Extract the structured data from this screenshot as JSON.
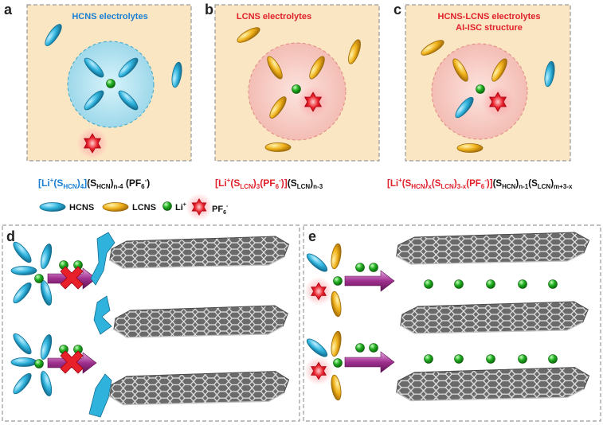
{
  "panels": {
    "a": {
      "letter": "a",
      "title": "HCNS electrolytes"
    },
    "b": {
      "letter": "b",
      "title": "LCNS electrolytes"
    },
    "c": {
      "letter": "c",
      "title_line1": "HCNS-LCNS electrolytes",
      "title_line2": "AI-ISC structure"
    },
    "d": {
      "letter": "d"
    },
    "e": {
      "letter": "e"
    }
  },
  "formulas": {
    "a": {
      "p1": "[Li",
      "p2": "+",
      "p3": "(S",
      "p4": "HCN",
      "p5": ")",
      "p6": "4",
      "p7": "]",
      "p8": "(S",
      "p9": "HCN",
      "p10": ")",
      "p11": "n-4",
      "p12": " (PF",
      "p13": "6",
      "p14": "-",
      "p15": ")"
    },
    "b": {
      "p1": "[Li",
      "p2": "+",
      "p3": "(S",
      "p4": "LCN",
      "p5": ")",
      "p6": "3",
      "p7": "(PF",
      "p8": "6",
      "p9": "-",
      "p10": ")]",
      "p11": "(S",
      "p12": "LCN",
      "p13": ")",
      "p14": "n-3"
    },
    "c": {
      "p1": "[Li",
      "p2": "+",
      "p3": "(S",
      "p4": "HCN",
      "p5": ")",
      "p6": "x",
      "p7": "(S",
      "p8": "LCN",
      "p9": ")",
      "p10": "3-x",
      "p11": "(PF",
      "p12": "6",
      "p13": "-",
      "p14": ")]",
      "p15": "(S",
      "p16": "HCN",
      "p17": ")",
      "p18": "n-1",
      "p19": "(S",
      "p20": "LCN",
      "p21": ")",
      "p22": "m+3-x"
    }
  },
  "legend": {
    "hcns": "HCNS",
    "lcns": "LCNS",
    "li": "Li",
    "li_sup": "+",
    "pf": "PF",
    "pf_sub": "6",
    "pf_sup": "-"
  },
  "colors": {
    "panel_bg": "#fbe6c4",
    "hcns": "#2fb3dd",
    "lcns": "#f0b21a",
    "li": "#22b022",
    "pf6": "#e8202a",
    "title_blue": "#1a7fd4",
    "title_red": "#e0202a",
    "sphere_blue": "#aee0ee",
    "sphere_pink": "#f5c3bb",
    "arrow": "#a0308f"
  }
}
